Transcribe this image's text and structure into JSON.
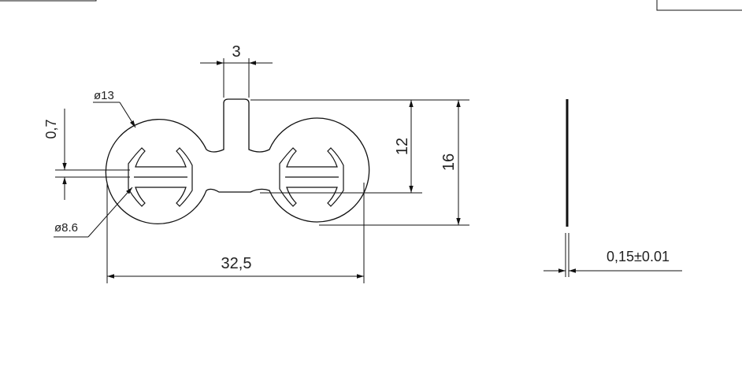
{
  "drawing": {
    "labels": {
      "width_top": "3",
      "dia_outer": "ø13",
      "dia_inner": "ø8.6",
      "gap": "0,7",
      "height_inner": "12",
      "height_total": "16",
      "length": "32,5",
      "thickness": "0,15±0.01"
    },
    "colors": {
      "line": "#111111",
      "text": "#222222"
    }
  }
}
